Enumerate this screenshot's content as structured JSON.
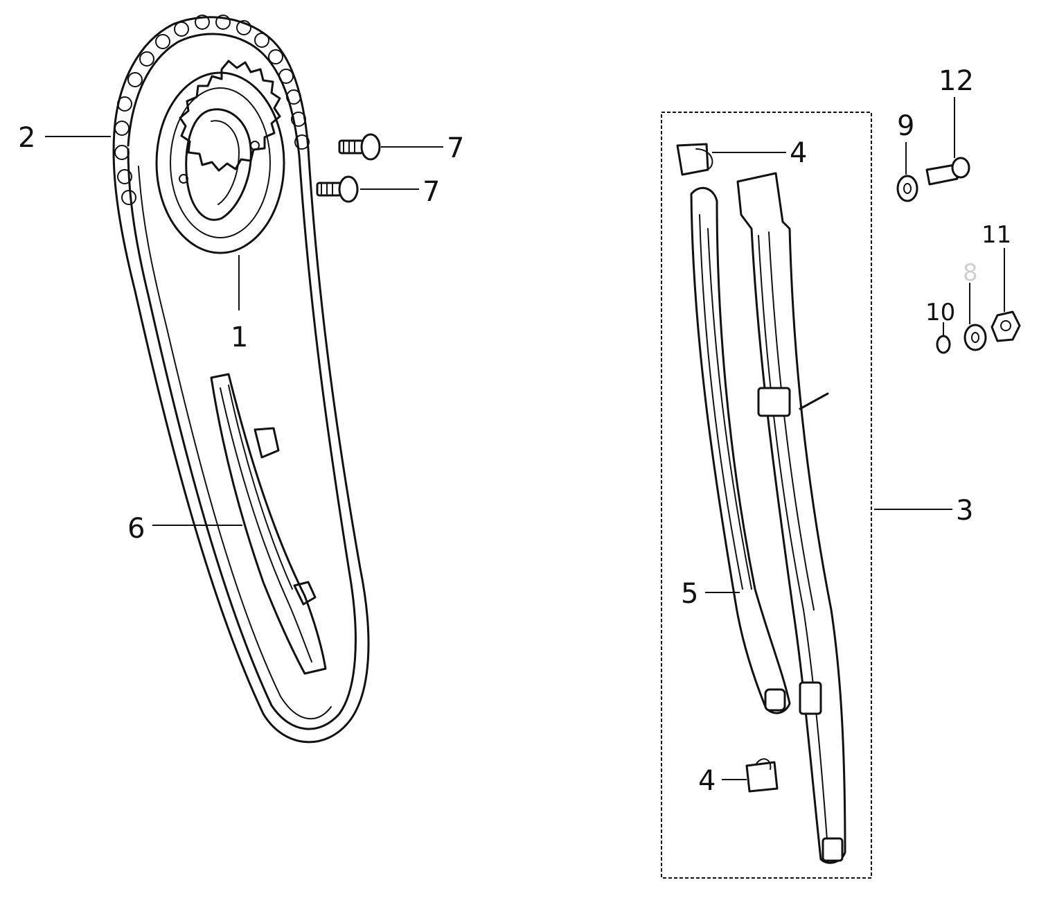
{
  "callouts": {
    "c1": "1",
    "c2": "2",
    "c3": "3",
    "c4a": "4",
    "c4b": "4",
    "c5": "5",
    "c6": "6",
    "c7a": "7",
    "c7b": "7",
    "c8": "8",
    "c9": "9",
    "c10": "10",
    "c11": "11",
    "c12": "12"
  }
}
